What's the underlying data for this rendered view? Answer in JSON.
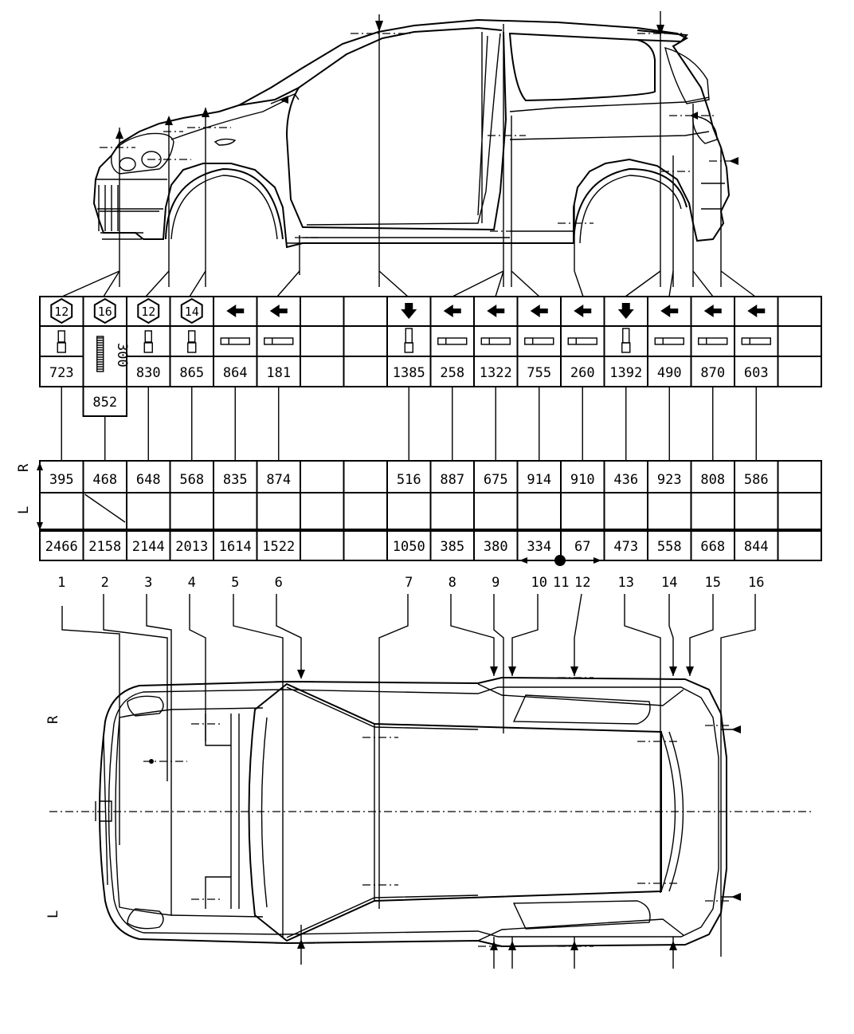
{
  "sheet": {
    "side_labels": {
      "right": "R",
      "left": "L"
    },
    "columns": [
      {
        "pos": "1",
        "tool": "hex",
        "size": "12",
        "vertical": "723",
        "height": "395",
        "length": "2466"
      },
      {
        "pos": "2",
        "tool": "hex",
        "size": "16",
        "vertical": "",
        "height": "468",
        "length": "2158",
        "adapter": "300",
        "extra": "852"
      },
      {
        "pos": "3",
        "tool": "hex",
        "size": "12",
        "vertical": "830",
        "height": "648",
        "length": "2144"
      },
      {
        "pos": "4",
        "tool": "hex",
        "size": "14",
        "vertical": "865",
        "height": "568",
        "length": "2013"
      },
      {
        "pos": "5",
        "tool": "side",
        "size": "",
        "vertical": "864",
        "height": "835",
        "length": "1614"
      },
      {
        "pos": "6",
        "tool": "side",
        "size": "",
        "vertical": "181",
        "height": "874",
        "length": "1522"
      },
      {
        "pos": "",
        "tool": "none",
        "size": "",
        "vertical": "",
        "height": "",
        "length": ""
      },
      {
        "pos": "",
        "tool": "none",
        "size": "",
        "vertical": "",
        "height": "",
        "length": ""
      },
      {
        "pos": "7",
        "tool": "down",
        "size": "",
        "vertical": "1385",
        "height": "516",
        "length": "1050"
      },
      {
        "pos": "8",
        "tool": "side",
        "size": "",
        "vertical": "258",
        "height": "887",
        "length": "385"
      },
      {
        "pos": "9",
        "tool": "side",
        "size": "",
        "vertical": "1322",
        "height": "675",
        "length": "380"
      },
      {
        "pos": "10",
        "tool": "side",
        "size": "",
        "vertical": "755",
        "height": "914",
        "length": "334"
      },
      {
        "pos": "12",
        "tool": "side",
        "size": "",
        "vertical": "260",
        "height": "910",
        "length": "67"
      },
      {
        "pos": "13",
        "tool": "down",
        "size": "",
        "vertical": "1392",
        "height": "436",
        "length": "473"
      },
      {
        "pos": "14",
        "tool": "side",
        "size": "",
        "vertical": "490",
        "height": "923",
        "length": "558"
      },
      {
        "pos": "15",
        "tool": "side",
        "size": "",
        "vertical": "870",
        "height": "808",
        "length": "668"
      },
      {
        "pos": "16",
        "tool": "side",
        "size": "",
        "vertical": "603",
        "height": "586",
        "length": "844"
      },
      {
        "pos": "",
        "tool": "none",
        "size": "",
        "vertical": "",
        "height": "",
        "length": ""
      }
    ],
    "datum_point_label": "11"
  }
}
